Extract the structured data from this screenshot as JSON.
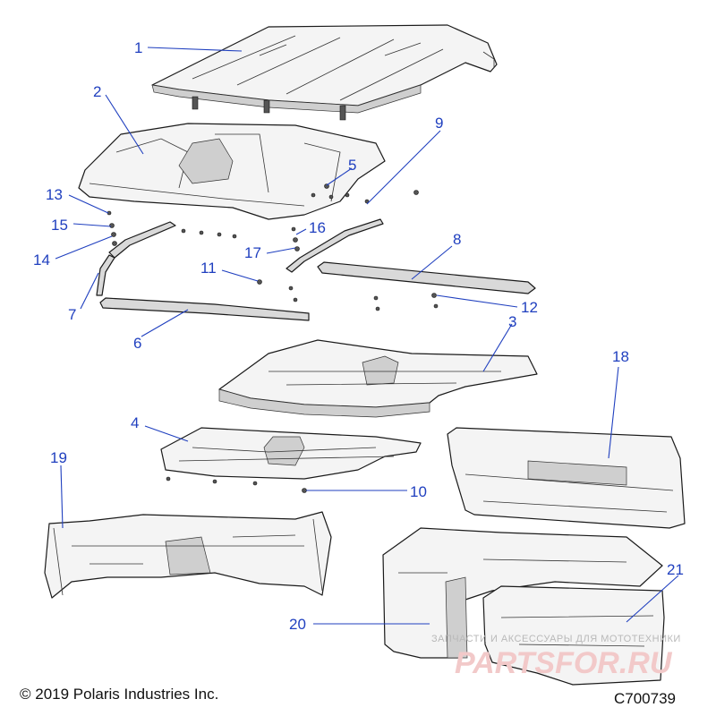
{
  "callouts": [
    {
      "id": "c1",
      "label": "1"
    },
    {
      "id": "c2",
      "label": "2"
    },
    {
      "id": "c3",
      "label": "3"
    },
    {
      "id": "c4",
      "label": "4"
    },
    {
      "id": "c5",
      "label": "5"
    },
    {
      "id": "c6",
      "label": "6"
    },
    {
      "id": "c7",
      "label": "7"
    },
    {
      "id": "c8",
      "label": "8"
    },
    {
      "id": "c9",
      "label": "9"
    },
    {
      "id": "c10",
      "label": "10"
    },
    {
      "id": "c11",
      "label": "11"
    },
    {
      "id": "c12",
      "label": "12"
    },
    {
      "id": "c13",
      "label": "13"
    },
    {
      "id": "c14",
      "label": "14"
    },
    {
      "id": "c15",
      "label": "15"
    },
    {
      "id": "c16",
      "label": "16"
    },
    {
      "id": "c17",
      "label": "17"
    },
    {
      "id": "c18",
      "label": "18"
    },
    {
      "id": "c19",
      "label": "19"
    },
    {
      "id": "c20",
      "label": "20"
    },
    {
      "id": "c21",
      "label": "21"
    }
  ],
  "footer": {
    "copyright": "© 2019 Polaris Industries Inc.",
    "drawing_id": "C700739"
  },
  "watermark": {
    "text": "ЗАПЧАСТИ И АКСЕССУАРЫ ДЛЯ МОТОТЕХНИКИ",
    "logo": "PARTSFOR.RU"
  },
  "colors": {
    "callout": "#1f3fbf",
    "watermark_logo": "#f2c9c9"
  }
}
